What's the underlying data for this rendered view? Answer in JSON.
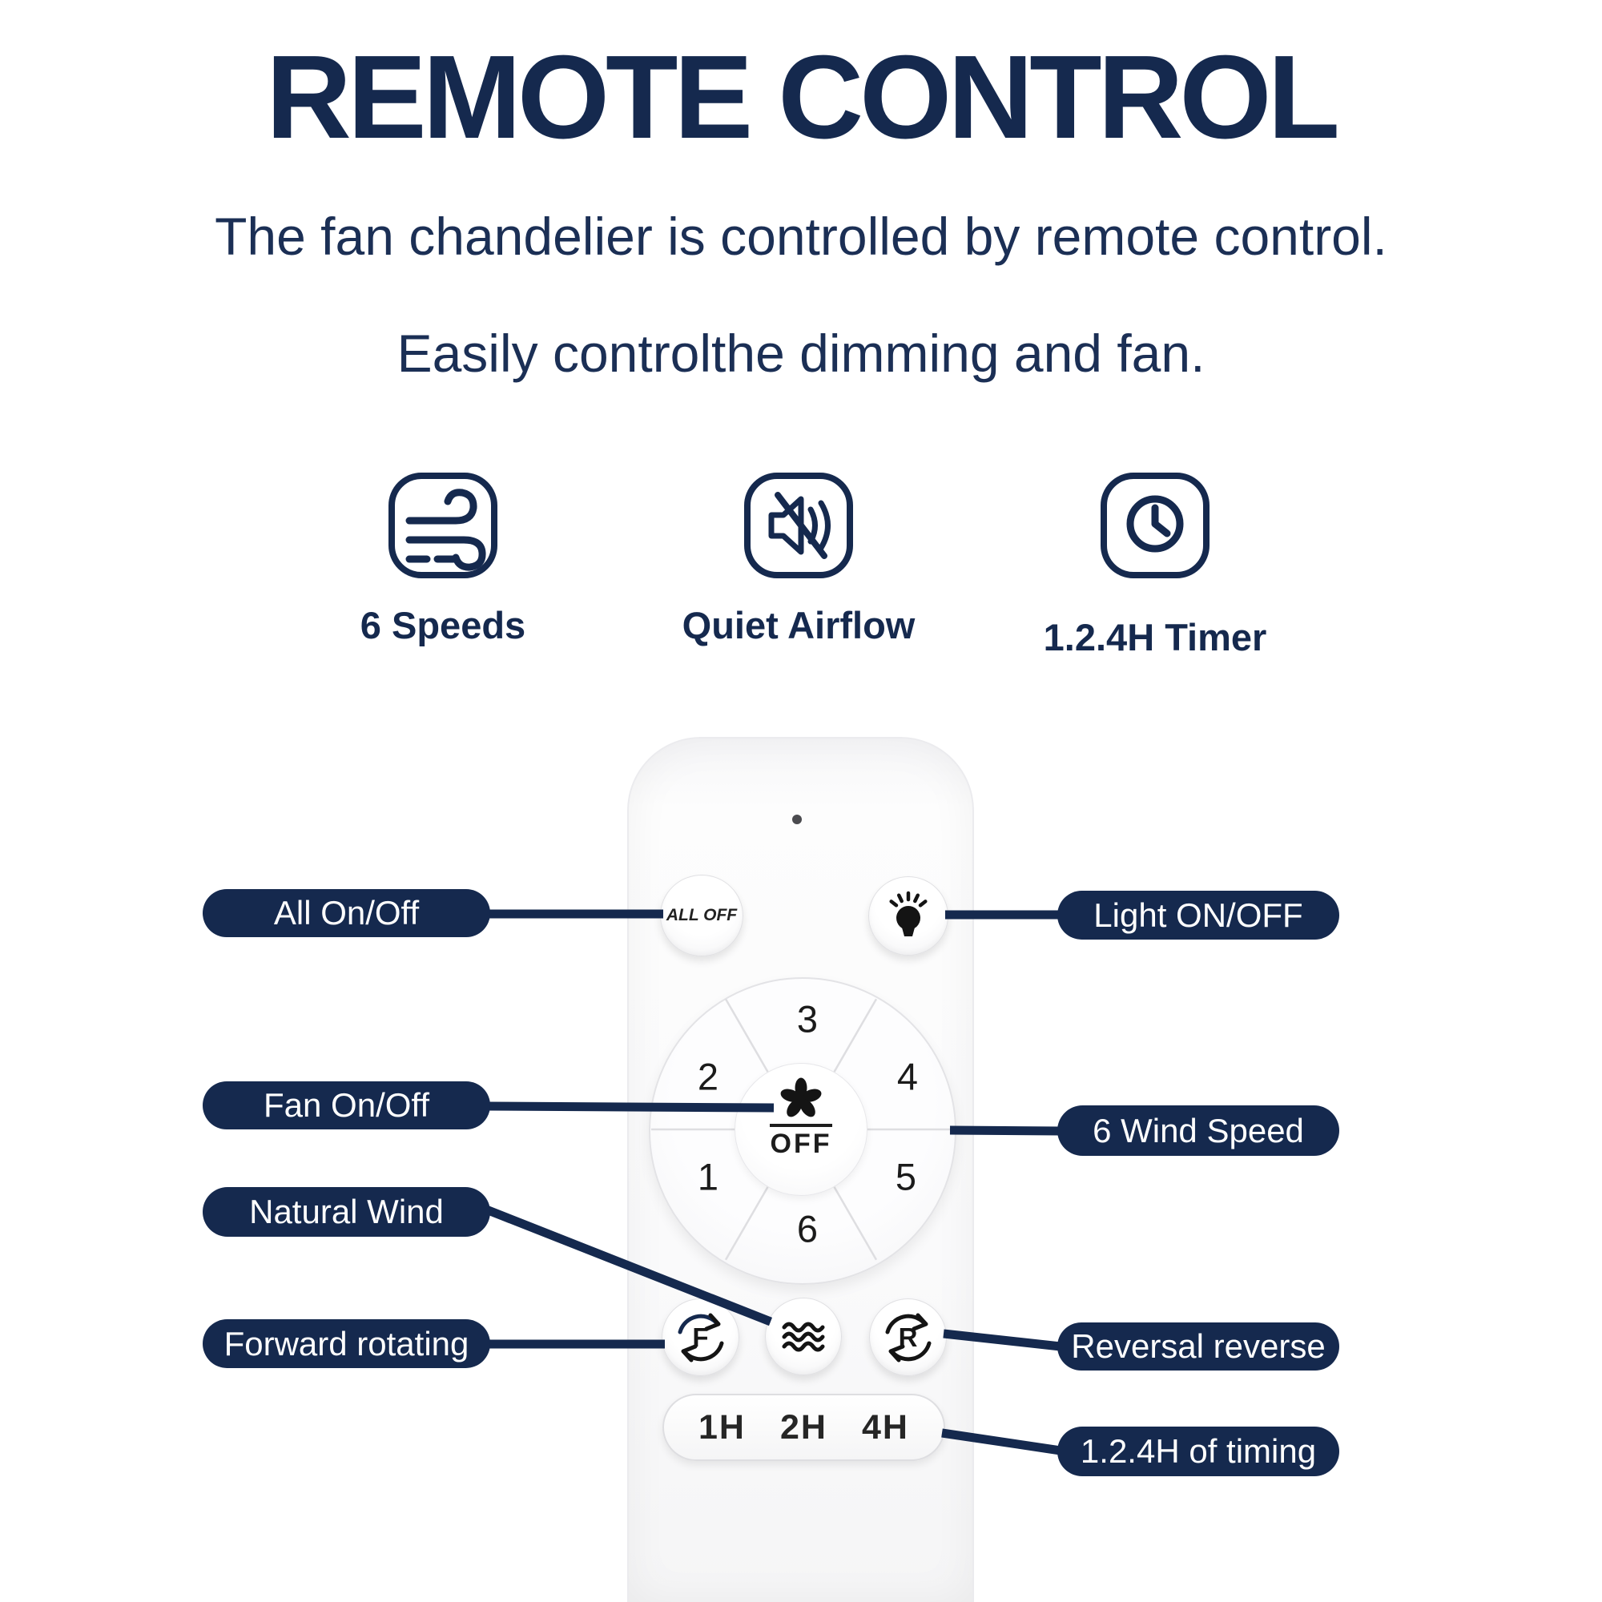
{
  "title": "REMOTE CONTROL",
  "subtitle": {
    "line1": "The fan chandelier is controlled by remote control.",
    "line2": "Easily controlthe dimming and fan."
  },
  "features": [
    {
      "icon": "wind-speed-icon",
      "label": "6 Speeds"
    },
    {
      "icon": "muted-speaker-icon",
      "label": "Quiet Airflow"
    },
    {
      "icon": "clock-timer-icon",
      "label": "1.2.4H Timer"
    }
  ],
  "remote": {
    "all_off_label": "ALL OFF",
    "fan_off_label": "OFF",
    "speeds": [
      "1",
      "2",
      "3",
      "4",
      "5",
      "6"
    ],
    "forward_letter": "F",
    "reverse_letter": "R",
    "timers": [
      "1H",
      "2H",
      "4H"
    ]
  },
  "callouts": {
    "left": [
      {
        "label": "All On/Off"
      },
      {
        "label": "Fan On/Off"
      },
      {
        "label": "Natural Wind"
      },
      {
        "label": "Forward rotating"
      }
    ],
    "right": [
      {
        "label": "Light ON/OFF"
      },
      {
        "label": "6 Wind Speed"
      },
      {
        "label": "Reversal reverse"
      },
      {
        "label": "1.2.4H of timing"
      }
    ]
  },
  "colors": {
    "navy": "#15294e",
    "remote_body": "#fafafb",
    "button_face": "#ffffff"
  }
}
